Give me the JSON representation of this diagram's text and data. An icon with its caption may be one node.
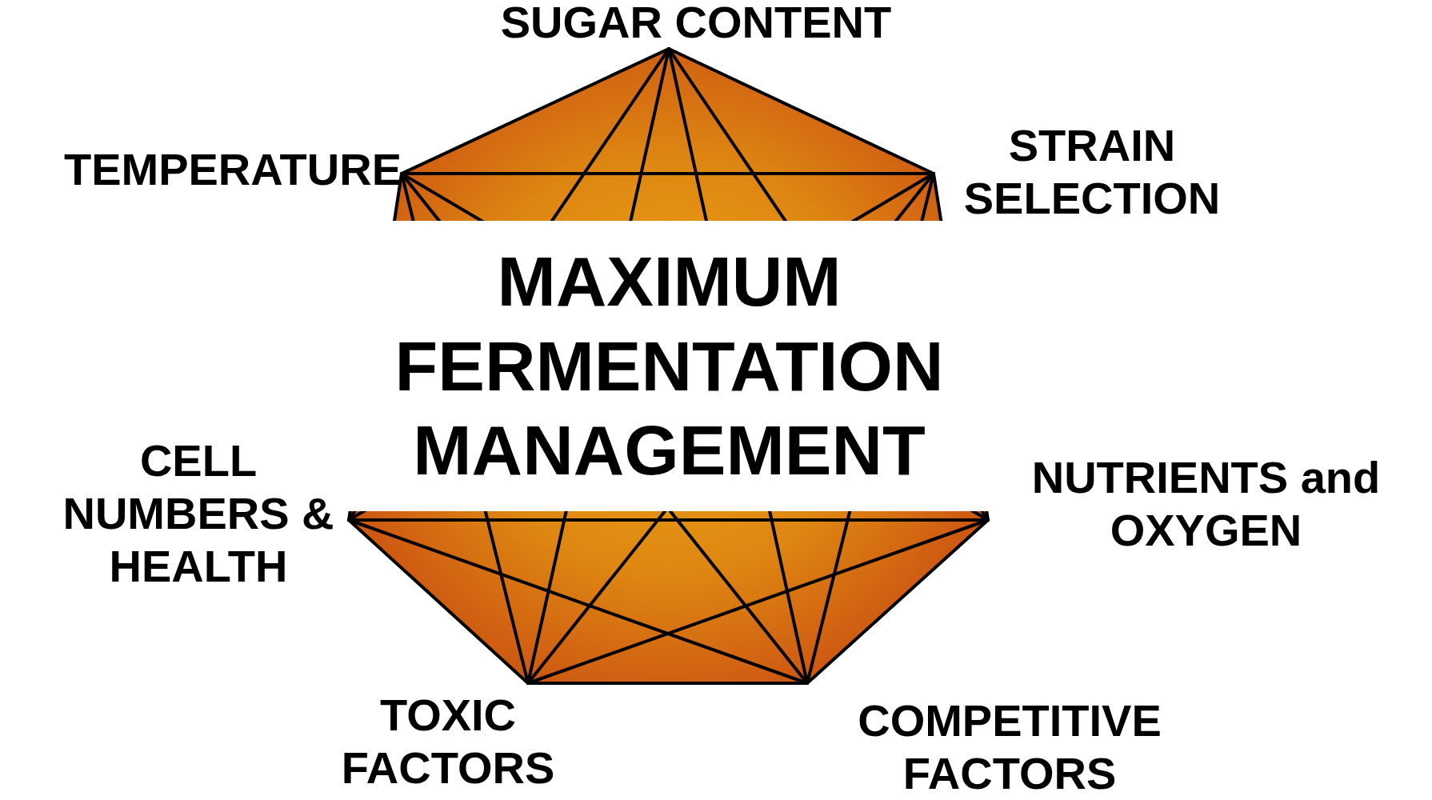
{
  "diagram": {
    "title": "MAXIMUM FERMENTATION MANAGEMENT",
    "nodes": [
      {
        "text": [
          "SUGAR CONTENT"
        ]
      },
      {
        "text": [
          "TEMPERATURE"
        ]
      },
      {
        "text": [
          "STRAIN SELECTION"
        ]
      },
      {
        "text": [
          "CELL NUMBERS & HEALTH"
        ]
      },
      {
        "text": [
          "NUTRIENTS and OXYGEN"
        ]
      },
      {
        "text": [
          "TOXIC FACTORS"
        ]
      },
      {
        "text": [
          "COMPETITIVE FACTORS"
        ]
      }
    ],
    "edges": [
      {
        "from": 0,
        "to": 1,
        "arrow": "none"
      },
      {
        "from": 0,
        "to": 2,
        "arrow": "none"
      },
      {
        "from": 0,
        "to": 3,
        "arrow": "none"
      },
      {
        "from": 0,
        "to": 4,
        "arrow": "none"
      },
      {
        "from": 0,
        "to": 5,
        "arrow": "none"
      },
      {
        "from": 0,
        "to": 6,
        "arrow": "none"
      },
      {
        "from": 1,
        "to": 2,
        "arrow": "none"
      },
      {
        "from": 1,
        "to": 3,
        "arrow": "none"
      },
      {
        "from": 1,
        "to": 4,
        "arrow": "none"
      },
      {
        "from": 1,
        "to": 5,
        "arrow": "none"
      },
      {
        "from": 1,
        "to": 6,
        "arrow": "none"
      },
      {
        "from": 2,
        "to": 3,
        "arrow": "none"
      },
      {
        "from": 2,
        "to": 4,
        "arrow": "none"
      },
      {
        "from": 2,
        "to": 5,
        "arrow": "none"
      },
      {
        "from": 2,
        "to": 6,
        "arrow": "none"
      },
      {
        "from": 3,
        "to": 4,
        "arrow": "none"
      },
      {
        "from": 3,
        "to": 5,
        "arrow": "none"
      },
      {
        "from": 3,
        "to": 6,
        "arrow": "none"
      },
      {
        "from": 4,
        "to": 5,
        "arrow": "none"
      },
      {
        "from": 4,
        "to": 6,
        "arrow": "none"
      },
      {
        "from": 5,
        "to": 6,
        "arrow": "none"
      }
    ]
  }
}
